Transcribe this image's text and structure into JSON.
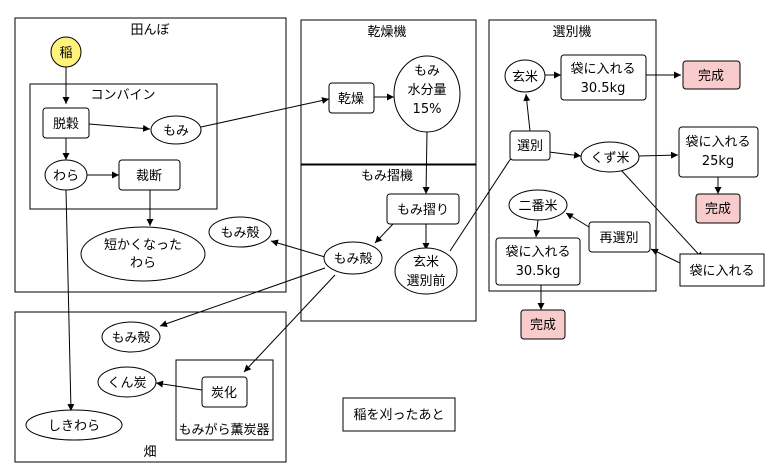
{
  "regions": {
    "rice_field": "田んぼ",
    "combine": "コンバイン",
    "dryer": "乾燥機",
    "hulling_machine": "もみ摺機",
    "sorting_machine": "選別機",
    "field": "畑",
    "kiln": "もみがら薫炭器"
  },
  "nodes": {
    "rice_plant": "稲",
    "threshing": "脱穀",
    "momi_1": "もみ",
    "straw": "わら",
    "cutting": "裁断",
    "short_straw_l1": "短かくなった",
    "short_straw_l2": "わら",
    "drying": "乾燥",
    "momi_moisture_l1": "もみ",
    "momi_moisture_l2": "水分量",
    "momi_moisture_l3": "15%",
    "hulling": "もみ摺り",
    "husk_center": "もみ殻",
    "husk_left": "もみ殻",
    "brown_rice_pre_l1": "玄米",
    "brown_rice_pre_l2": "選別前",
    "sorting": "選別",
    "brown_rice": "玄米",
    "bag_top_l1": "袋に入れる",
    "bag_top_l2": "30.5kg",
    "done_top": "完成",
    "broken_rice": "くず米",
    "bag_right_l1": "袋に入れる",
    "bag_right_l2": "25kg",
    "done_right": "完成",
    "second_rice": "二番米",
    "resorting": "再選別",
    "bag_mid_l1": "袋に入れる",
    "bag_mid_l2": "30.5kg",
    "done_bottom": "完成",
    "bag_far": "袋に入れる",
    "husk_field": "もみ殻",
    "charring": "炭化",
    "smoked_charcoal": "くん炭",
    "bedding_straw": "しきわら",
    "after_harvest": "稲を刈ったあと"
  },
  "colors": {
    "start_fill": "#fef27a",
    "done_fill": "#f8cccc",
    "stroke": "#000000"
  }
}
